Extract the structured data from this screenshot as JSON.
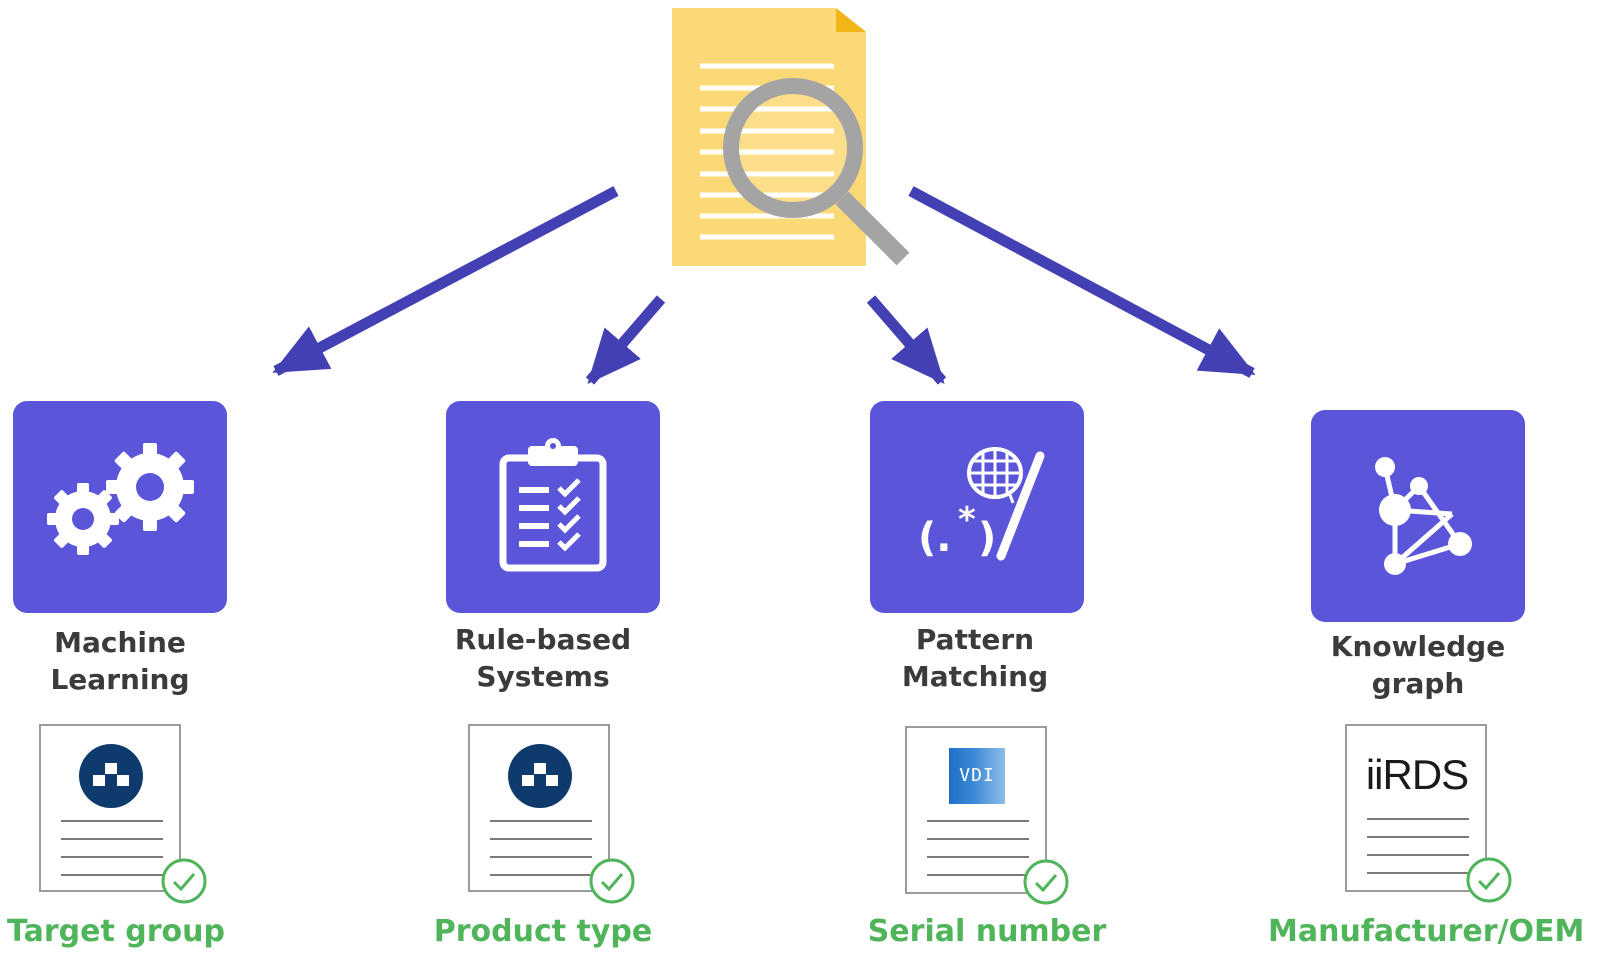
{
  "diagram": {
    "colors": {
      "arrow": "#4340b4",
      "tile": "#5a55d9",
      "document_paper": "#fcd977",
      "magnifier": "#a4a4a4",
      "label_text": "#3b3b3b",
      "result_text": "#4fb45a",
      "logo_dark_blue": "#0e3a6e"
    },
    "source_icon": "document-search-icon",
    "methods": [
      {
        "label": "Machine\nLearning",
        "icon": "gears-icon",
        "result_logo": "circle-logo",
        "result": "Target group"
      },
      {
        "label": "Rule-based\nSystems",
        "icon": "clipboard-checklist-icon",
        "result_logo": "circle-logo",
        "result": "Product type"
      },
      {
        "label": "Pattern\nMatching",
        "icon": "regex-net-icon",
        "result_logo": "VDI",
        "result": "Serial number"
      },
      {
        "label": "Knowledge\ngraph",
        "icon": "graph-network-icon",
        "result_logo": "iiRDS",
        "result": "Manufacturer/OEM"
      }
    ]
  }
}
